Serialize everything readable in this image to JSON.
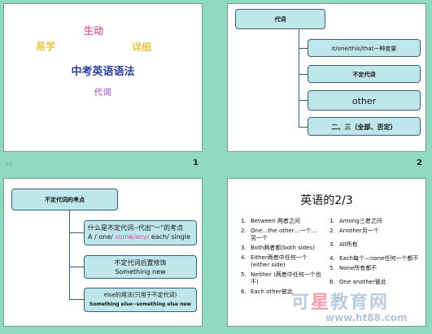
{
  "slide1": {
    "word_left": "易学",
    "word_mid": "生动",
    "word_right": "详细",
    "title": "中考英语语法",
    "subtitle": "代词"
  },
  "slide2": {
    "top_box": "代词",
    "items": [
      "it/one/this/that一种度量",
      "不定代词",
      "other",
      "二、三（全部、否定）"
    ]
  },
  "slide3": {
    "top_box": "不定代词的考点",
    "item1_line1": "什么是不定代词--代出\"一\"的考点",
    "item1_pre": "A / one/ ",
    "item1_pink": "some/any/",
    "item1_post": " each/ single",
    "item2_line1": "不定代词后置修饰",
    "item2_line2": "Something new",
    "item3_line1": "else的用法(只用于不定代词)",
    "item3_line2": "Something else--something else new"
  },
  "slide4": {
    "title": "英语的2/3",
    "left_list": [
      {
        "n": "1.",
        "t": "Between 两者之间"
      },
      {
        "n": "2.",
        "t": "One…the other…一个…另一个"
      },
      {
        "n": "3.",
        "t": "Both两者都(both sides)"
      },
      {
        "n": "4.",
        "t": "Either两者中任何一个(either side)"
      },
      {
        "n": "5.",
        "t": "Neither (两者中任何一个也不)"
      },
      {
        "n": "6.",
        "t": "Each other彼此"
      }
    ],
    "right_list": [
      {
        "n": "1.",
        "t": "Among三者之间"
      },
      {
        "n": "2.",
        "t": "Another另一个"
      },
      {
        "n": "3.",
        "t": "All所有"
      },
      {
        "n": "4.",
        "t": "Each每个—none任何一个都不"
      },
      {
        "n": "5.",
        "t": "None所有都不"
      },
      {
        "n": "6.",
        "t": "One another彼此"
      }
    ]
  },
  "footer": {
    "small_label": "33",
    "page1": "1",
    "page2": "2"
  },
  "watermark": {
    "pre": "可",
    "red": "星",
    "post": "教育网",
    "url": "www.ht88.com"
  }
}
